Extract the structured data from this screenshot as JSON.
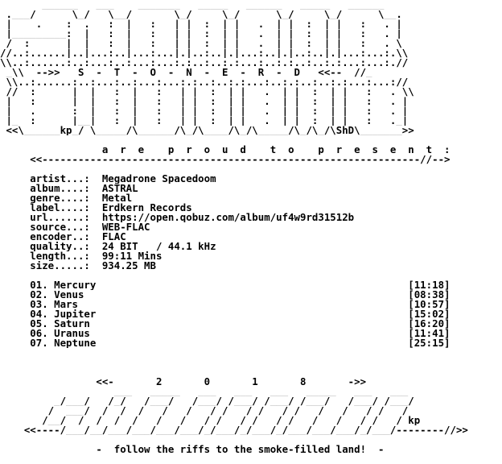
{
  "colors": {
    "background": "#ffffff",
    "text": "#000000"
  },
  "lines": [
    "       ______   ___    _______   _____   ______   _____   ______",
    " .___/      \\_/   \\__/       \\_/     \\_/      \\_/     \\_/      \\__.",
    " |    .    :  .   :  |   :   | |  :  | |   .  | |  :  | |   :   . |",
    " |_________:  |   :  |   :   | |  :  | |   .  | |  :  | |   :   . |",
    " /  :      |  |   :  |   :   | |  :  | |   .  | |  :  | |   :   . \\",
    "//..:......|..|...:..|...:...|.|..:..|.|...:..|.|..:..|.|...:...:.\\\\",
    "\\\\..:......:..:...:..:...:...:.:..:..:.:...:..:.:..:..:.:...:...:.//",
    " _\\\\  -->>   S  -  T  -  O  -  N  -  E  -  R  -  D   <<--  //_",
    " \\\\..:......:..:...:..:...:...:.:..:..:.:...:..:.:..:..:.:...:...://",
    " //  :      |  |   :  |   :   | |  :  | |   .  | |  :  | |   :   . \\\\",
    " |   :      |  |   :  |   :   | |  :  | |   .  | |  :  | |   :   . |",
    " |   .      :  |   :  |   :   | |  :  | |   .  | |  :  | |   :   . |",
    " |_  :      |__|   :  |   :   | |  :  | |   .  | |  :  | |   :   ._|",
    " <<\\______kp_/ \\_____/\\______/\\_/\\____/\\_/\\_____/\\_/\\_/\\ShD\\_______>>",
    "",
    "                 a  r  e    p  r  o  u  d    t  o    p  r  e  s  e  n  t  :",
    "     <<---------------------------------------------------------------//-->",
    "",
    "     artist...:  Megadrone Spacedoom",
    "     album....:  ASTRAL",
    "     genre....:  Metal",
    "     label....:  Erdkern Records",
    "     url......:  https://open.qobuz.com/album/uf4w9rd31512b",
    "     source...:  WEB-FLAC",
    "     encoder..:  FLAC",
    "     quality..:  24 BIT   / 44.1 kHz",
    "     length...:  99:11 Mins",
    "     size.....:  934.25 MB",
    "",
    "     01. Mercury                                                    [11:18]",
    "     02. Venus                                                      [08:38]",
    "     03. Mars                                                       [10:57]",
    "     04. Jupiter                                                    [15:02]",
    "     05. Saturn                                                     [16:20]",
    "     06. Uranus                                                     [11:41]",
    "     07. Neptune                                                    [25:15]",
    "",
    "",
    "",
    "                <<-       2       0       1       8       ->>",
    "                   ___   _____   ___   ___   ___   _____   ___   ___",
    "         _/___/   /_/   /___/   /___/ /___/ /___/ /___/   /___/ /___/",
    "        /  ___/  /  /  /   /   /   / /   / /   / /   /   /   / /   /",
    "       /__/  /  /  /  /   /   /   / /   / /   / /   /   /   / /   / kp",
    "    <<----/___/__/___/___/___/___/_/___/_/___/_/___/___/___/_/___/--------//>>",
    "",
    "                -  follow the riffs to the smoke-filled land!  -"
  ]
}
